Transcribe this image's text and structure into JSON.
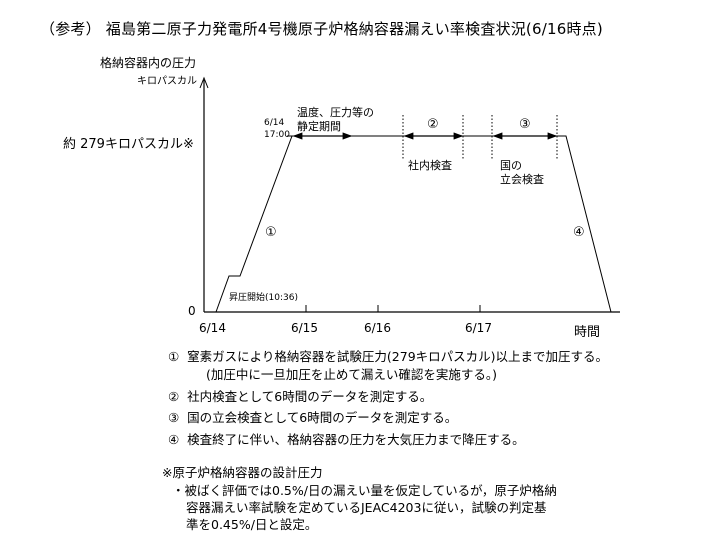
{
  "title": "（参考） 福島第二原子力発電所4号機原子炉格納容器漏えい率検査状況(6/16時点)",
  "chart_data": {
    "type": "line",
    "title": "福島第二原子力発電所4号機原子炉格納容器漏えい率検査状況(6/16時点)",
    "ylabel": "格納容器内の圧力",
    "yunit": "キロパスカル",
    "xlabel": "時間",
    "y_ticks": [
      "0"
    ],
    "y_level_label": "約 279キロパスカル※",
    "x_ticks": [
      "6/14",
      "6/15",
      "6/16",
      "6/17"
    ],
    "series": [
      {
        "name": "格納容器内の圧力",
        "points": [
          {
            "x": "6/14 10:36",
            "y": 0,
            "label": "昇圧開始(10:36)"
          },
          {
            "x": "6/14 ~13:00",
            "y": 100
          },
          {
            "x": "6/14 ~16:00",
            "y": 100
          },
          {
            "x": "6/14 17:00",
            "y": 279
          },
          {
            "x": "6/17 ~20:00",
            "y": 279
          },
          {
            "x": "6/18 ~06:00",
            "y": 0
          }
        ]
      }
    ],
    "annotations": [
      {
        "text": "6/14 17:00",
        "position": "plateau start"
      },
      {
        "text": "温度、圧力等の静定期間",
        "position": "plateau segment 1"
      },
      {
        "text": "②",
        "position": "plateau segment 2"
      },
      {
        "text": "社内検査",
        "position": "below segment 2"
      },
      {
        "text": "③",
        "position": "plateau segment 3"
      },
      {
        "text": "国の立会検査",
        "position": "below segment 3"
      },
      {
        "text": "①",
        "position": "rise"
      },
      {
        "text": "④",
        "position": "descent"
      }
    ]
  },
  "chart_labels": {
    "ylabel": "格納容器内の圧力",
    "yunit": "キロパスカル",
    "pressure": "約 279キロパスカル※",
    "zero": "0",
    "xlabel": "時間",
    "x_ticks": [
      "6/14",
      "6/15",
      "6/16",
      "6/17"
    ],
    "start_date": "6/14",
    "start_time": "17:00",
    "stabilize_1": "温度、圧力等の",
    "stabilize_2": "静定期間",
    "circle2": "②",
    "circle3": "③",
    "circle1": "①",
    "circle4": "④",
    "internal": "社内検査",
    "national_1": "国の",
    "national_2": "立会検査",
    "start_label": "昇圧開始(10:36)"
  },
  "notes": [
    {
      "num": "①",
      "text": "窒素ガスにより格納容器を試験圧力(279キロパスカル)以上まで加圧する。"
    },
    {
      "num": "",
      "text": "(加圧中に一旦加圧を止めて漏えい確認を実施する。)"
    },
    {
      "num": "②",
      "text": "社内検査として6時間のデータを測定する。"
    },
    {
      "num": "③",
      "text": "国の立会検査として6時間のデータを測定する。"
    },
    {
      "num": "④",
      "text": "検査終了に伴い、格納容器の圧力を大気圧力まで降圧する。"
    }
  ],
  "footnote": {
    "heading": "※原子炉格納容器の設計圧力",
    "lines": [
      "・被ばく評価では0.5%/日の漏えい量を仮定しているが，原子炉格納",
      "容器漏えい率試験を定めているJEAC4203に従い，試験の判定基",
      "準を0.45%/日と設定。"
    ]
  }
}
